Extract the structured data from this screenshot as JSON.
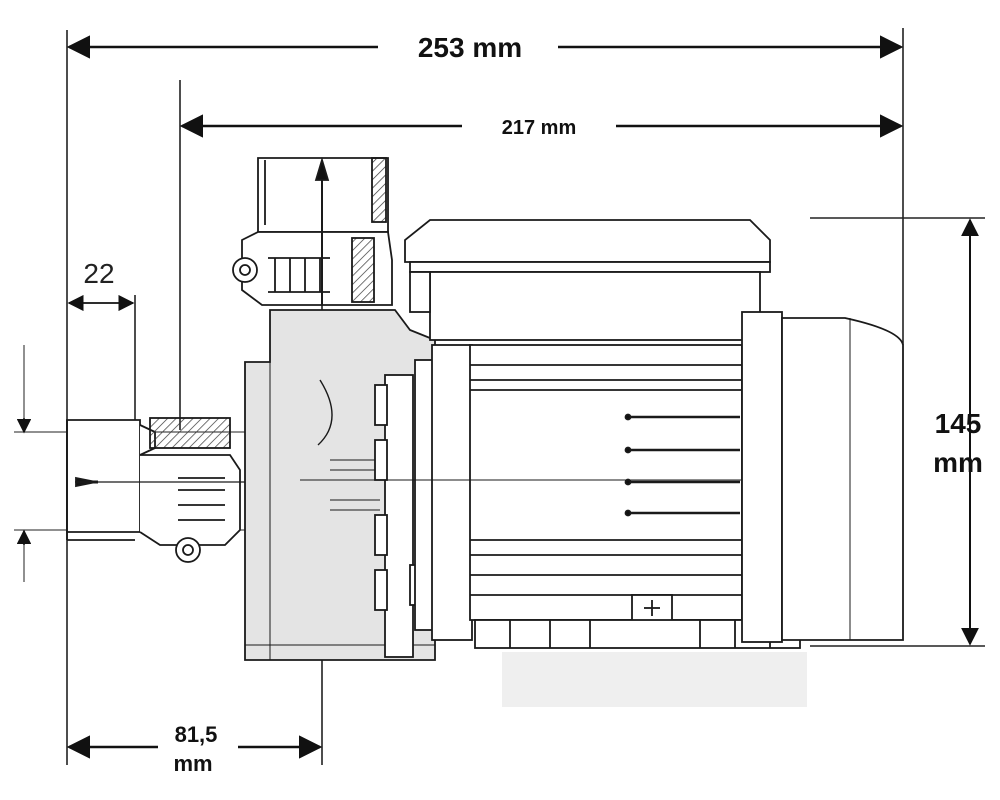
{
  "dimensions": {
    "overall_length": "253 mm",
    "motor_length": "217 mm",
    "inlet_length": "22",
    "height_value": "145",
    "height_unit": "mm",
    "inlet_offset_value": "81,5",
    "inlet_offset_unit": "mm"
  },
  "colors": {
    "line": "#1a1a1a",
    "body_fill": "#e4e4e4",
    "hatch": "#333333",
    "base_shade": "#efefef"
  }
}
